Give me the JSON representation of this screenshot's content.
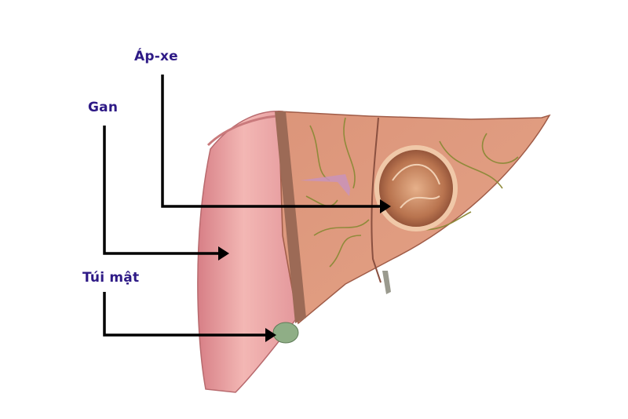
{
  "labels": {
    "abscess": "Áp-xe",
    "liver": "Gan",
    "gallbladder": "Túi mật"
  },
  "colors": {
    "label": "#2e1a86",
    "leader_line": "#000000",
    "liver_surface": "#e8a0a0",
    "liver_cut": "#d98a6e",
    "gallbladder": "#8fae86"
  }
}
